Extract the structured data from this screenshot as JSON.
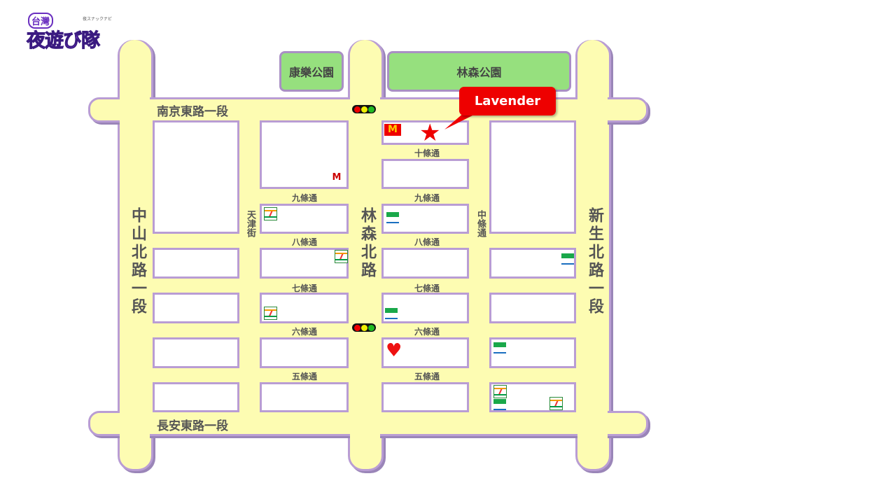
{
  "logo": {
    "top": "台灣",
    "main": "夜遊び隊",
    "sub": "夜スナックナビ"
  },
  "parks": [
    "康樂公園",
    "林森公園"
  ],
  "main_roads": {
    "nanjing": "南京東路一段",
    "changan": "長安東路一段",
    "zhongshan": "中山北路一段",
    "linsen": "林森北路",
    "xinsheng": "新生北路一段"
  },
  "side_streets": {
    "tianjin": "天津街",
    "zhongtiao": "中條通",
    "lane10": "十條通",
    "lane9": "九條通",
    "lane8": "八條通",
    "lane7": "七條通",
    "lane6": "六條通",
    "lane5": "五條通"
  },
  "callout": {
    "label": "Lavender",
    "color": "#ee0000"
  },
  "markers": [
    "mcdonalds-icon",
    "mos-burger-icon",
    "seven-eleven-icon",
    "familymart-icon",
    "heart-shop-icon",
    "star-icon",
    "traffic-light-icon"
  ]
}
